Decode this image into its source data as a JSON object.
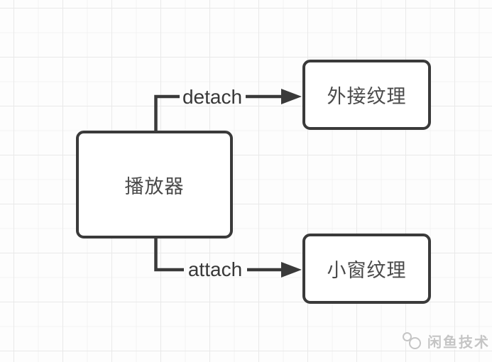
{
  "diagram": {
    "nodes": [
      {
        "id": "player",
        "label": "播放器"
      },
      {
        "id": "external-texture",
        "label": "外接纹理"
      },
      {
        "id": "small-window-texture",
        "label": "小窗纹理"
      }
    ],
    "edges": [
      {
        "from": "player",
        "to": "external-texture",
        "label": "detach"
      },
      {
        "from": "player",
        "to": "small-window-texture",
        "label": "attach"
      }
    ]
  },
  "watermark": {
    "text": "闲鱼技术",
    "logo": "xianyu-fish-logo"
  },
  "colors": {
    "stroke": "#3a3a3a",
    "node_fill": "#ffffff",
    "node_text": "#4a4a4a",
    "edge_label_text": "#383838",
    "grid_line": "#ededed",
    "background": "#fdfdfd",
    "watermark_text": "#c3c3c3"
  }
}
